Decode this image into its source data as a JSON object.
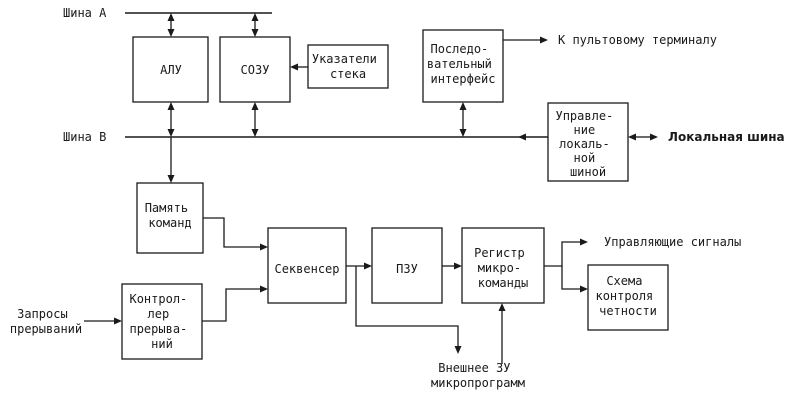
{
  "labels": {
    "bus_a": "Шина А",
    "bus_b": "Шина В",
    "to_terminal": "К пультовому терминалу",
    "local_bus": "Локальная шина",
    "control_signals": "Управляющие сигналы",
    "interrupt_requests": [
      "Запросы",
      "прерываний"
    ],
    "external_memory": [
      "Внешнее ЗУ",
      "микропрограмм"
    ]
  },
  "blocks": {
    "alu": [
      "АЛУ"
    ],
    "ram": [
      "СОЗУ"
    ],
    "stack_pointers": [
      "Указатели",
      "стека"
    ],
    "serial_interface": [
      "Последо-",
      "вательный",
      "интерфейс"
    ],
    "local_bus_control": [
      "Управле-",
      "ние",
      "локаль-",
      "ной",
      "шиной"
    ],
    "instruction_memory": [
      "Память",
      "команд"
    ],
    "sequencer": [
      "Секвенсер"
    ],
    "rom": [
      "ПЗУ"
    ],
    "microinstruction_register": [
      "Регистр",
      "микро-",
      "команды"
    ],
    "parity_check": [
      "Схема",
      "контроля",
      "четности"
    ],
    "interrupt_controller": [
      "Контрол-",
      "лер",
      "прерыва-",
      "ний"
    ]
  }
}
